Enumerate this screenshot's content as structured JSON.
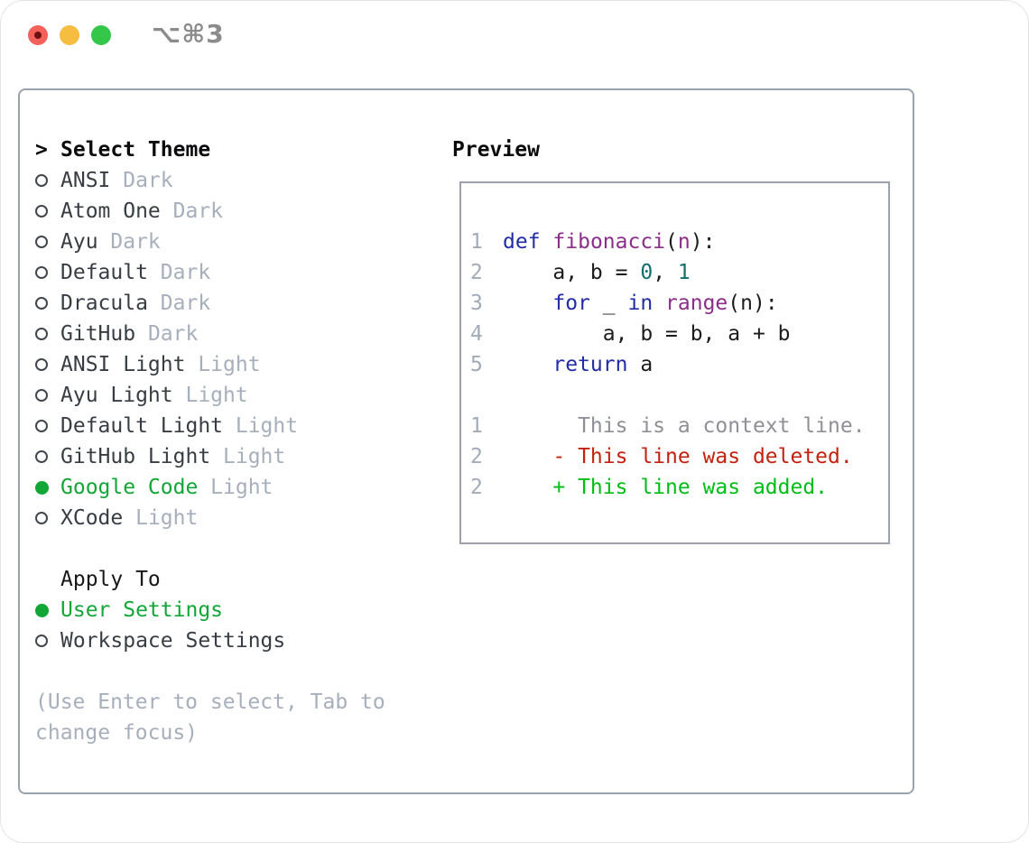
{
  "window": {
    "shortcut_label": "⌥⌘3"
  },
  "colors": {
    "ui_green": "#12a637",
    "frame_border": "#9aa3ad",
    "primary_text": "#383d44",
    "secondary_text": "#a6afbb",
    "keyword_blue": "#212ca6",
    "function_purple": "#8b2e8b",
    "number_teal": "#0e6f6f",
    "diff_red": "#c2220f",
    "diff_green": "#00bd16",
    "context_gray": "#8f9096",
    "line_number_gray": "#a2abb8",
    "traffic_red": "#f4615a",
    "traffic_yellow": "#f7bd40",
    "traffic_green": "#35c74a"
  },
  "theme_list": {
    "cursor": ">",
    "header": "Select Theme",
    "items": [
      {
        "name": "ANSI",
        "variant": "Dark",
        "selected": false
      },
      {
        "name": "Atom One",
        "variant": "Dark",
        "selected": false
      },
      {
        "name": "Ayu",
        "variant": "Dark",
        "selected": false
      },
      {
        "name": "Default",
        "variant": "Dark",
        "selected": false
      },
      {
        "name": "Dracula",
        "variant": "Dark",
        "selected": false
      },
      {
        "name": "GitHub",
        "variant": "Dark",
        "selected": false
      },
      {
        "name": "ANSI Light",
        "variant": "Light",
        "selected": false
      },
      {
        "name": "Ayu Light",
        "variant": "Light",
        "selected": false
      },
      {
        "name": "Default Light",
        "variant": "Light",
        "selected": false
      },
      {
        "name": "GitHub Light",
        "variant": "Light",
        "selected": false
      },
      {
        "name": "Google Code",
        "variant": "Light",
        "selected": true
      },
      {
        "name": "XCode",
        "variant": "Light",
        "selected": false
      }
    ]
  },
  "apply_to": {
    "header": "Apply To",
    "options": [
      {
        "name": "User Settings",
        "selected": true
      },
      {
        "name": "Workspace Settings",
        "selected": false
      }
    ]
  },
  "hint": {
    "line1": "(Use Enter to select, Tab to",
    "line2": "change focus)"
  },
  "preview": {
    "header": "Preview",
    "lines": [
      {
        "kind": "code",
        "num": "1",
        "tokens": [
          {
            "c": "kw",
            "text": "def"
          },
          {
            "c": "pl",
            "text": " "
          },
          {
            "c": "fn",
            "text": "fibonacci"
          },
          {
            "c": "pl",
            "text": "("
          },
          {
            "c": "fn",
            "text": "n"
          },
          {
            "c": "pl",
            "text": "):"
          }
        ]
      },
      {
        "kind": "code",
        "num": "2",
        "tokens": [
          {
            "c": "pl",
            "text": "    a, b = "
          },
          {
            "c": "nu",
            "text": "0"
          },
          {
            "c": "pl",
            "text": ", "
          },
          {
            "c": "nu",
            "text": "1"
          }
        ]
      },
      {
        "kind": "code",
        "num": "3",
        "tokens": [
          {
            "c": "pl",
            "text": "    "
          },
          {
            "c": "kw",
            "text": "for"
          },
          {
            "c": "pl",
            "text": " _ "
          },
          {
            "c": "kw",
            "text": "in"
          },
          {
            "c": "pl",
            "text": " "
          },
          {
            "c": "fn",
            "text": "range"
          },
          {
            "c": "pl",
            "text": "(n):"
          }
        ]
      },
      {
        "kind": "code",
        "num": "4",
        "tokens": [
          {
            "c": "pl",
            "text": "        a, b = b, a + b"
          }
        ]
      },
      {
        "kind": "code",
        "num": "5",
        "tokens": [
          {
            "c": "pl",
            "text": "    "
          },
          {
            "c": "kw",
            "text": "return"
          },
          {
            "c": "pl",
            "text": " a"
          }
        ]
      },
      {
        "kind": "blank",
        "num": "",
        "tokens": []
      },
      {
        "kind": "diff-context",
        "num": "1",
        "tokens": [
          {
            "c": "ctx",
            "text": "      This is a context line."
          }
        ]
      },
      {
        "kind": "diff-deleted",
        "num": "2",
        "tokens": [
          {
            "c": "del",
            "text": "    - This line was deleted."
          }
        ]
      },
      {
        "kind": "diff-added",
        "num": "2",
        "tokens": [
          {
            "c": "add",
            "text": "    + This line was added."
          }
        ]
      }
    ]
  }
}
